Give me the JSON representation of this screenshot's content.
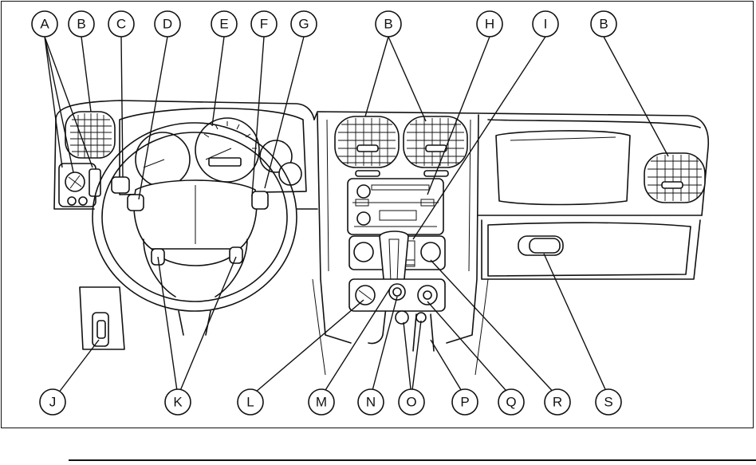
{
  "diagram": {
    "callouts": [
      {
        "id": "A",
        "label": "A"
      },
      {
        "id": "B1",
        "label": "B"
      },
      {
        "id": "C",
        "label": "C"
      },
      {
        "id": "D",
        "label": "D"
      },
      {
        "id": "E",
        "label": "E"
      },
      {
        "id": "F",
        "label": "F"
      },
      {
        "id": "G",
        "label": "G"
      },
      {
        "id": "B2",
        "label": "B"
      },
      {
        "id": "H",
        "label": "H"
      },
      {
        "id": "I",
        "label": "I"
      },
      {
        "id": "B3",
        "label": "B"
      },
      {
        "id": "J",
        "label": "J"
      },
      {
        "id": "K",
        "label": "K"
      },
      {
        "id": "L",
        "label": "L"
      },
      {
        "id": "M",
        "label": "M"
      },
      {
        "id": "N",
        "label": "N"
      },
      {
        "id": "O",
        "label": "O"
      },
      {
        "id": "P",
        "label": "P"
      },
      {
        "id": "Q",
        "label": "Q"
      },
      {
        "id": "R",
        "label": "R"
      },
      {
        "id": "S",
        "label": "S"
      }
    ]
  }
}
